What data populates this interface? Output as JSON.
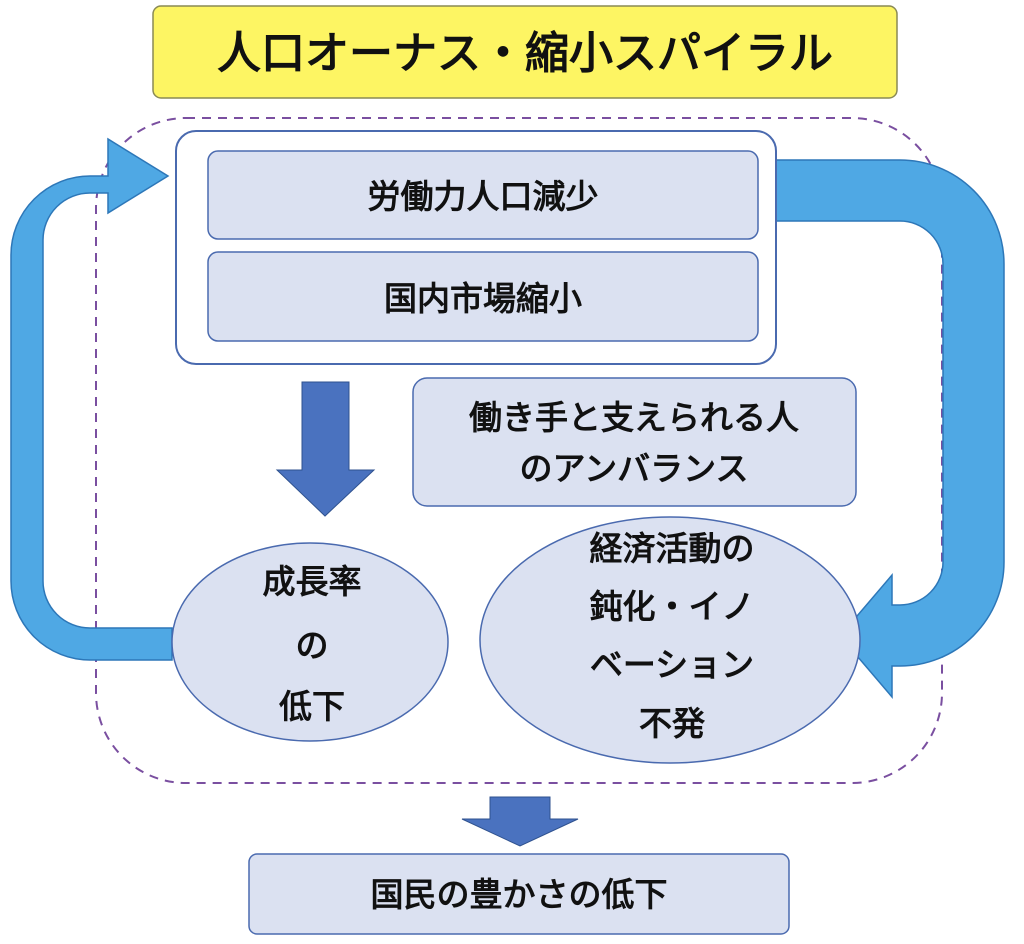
{
  "title": "人口オーナス・縮小スパイラル",
  "top_group": {
    "item1": "労働力人口減少",
    "item2": "国内市場縮小"
  },
  "imbalance": {
    "line1": "働き手と支えられる人",
    "line2": "のアンバランス"
  },
  "growth": {
    "line1": "成長率",
    "line2": "の",
    "line3": "低下"
  },
  "economy": {
    "line1": "経済活動の",
    "line2": "鈍化・イノ",
    "line3": "ベーション",
    "line4": "不発"
  },
  "result": "国民の豊かさの低下",
  "colors": {
    "title_fill": "#fdf563",
    "box_fill": "#dbe1f1",
    "box_stroke": "#4a6aaf",
    "cycle_arrow": "#4fa8e4",
    "down_arrow": "#4a72bf",
    "dashed_border": "#7a4fa0"
  }
}
